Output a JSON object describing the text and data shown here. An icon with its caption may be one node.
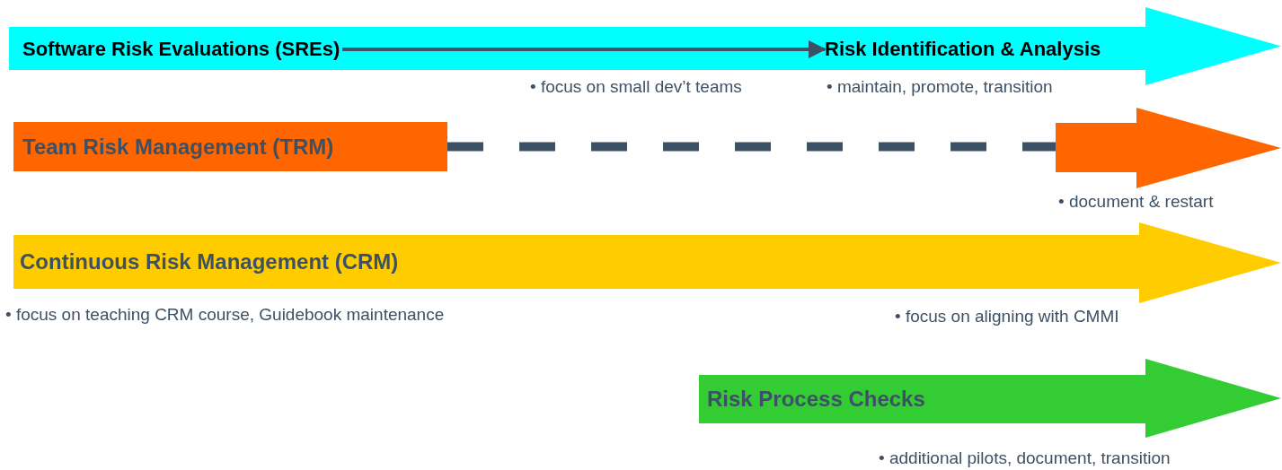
{
  "diagram": {
    "nodes": [
      {
        "text": [],
        "shape": "arrow"
      },
      {
        "text": [
          "Software Risk Evaluations (SREs)"
        ],
        "in": 0
      },
      {
        "text": [
          "Risk Identification & Analysis"
        ],
        "in": 0
      },
      {
        "text": [
          "Team Risk Management (TRM)"
        ]
      },
      {
        "text": [],
        "shape": "arrow"
      },
      {
        "text": [
          "Continuous Risk Management (CRM)"
        ]
      },
      {
        "text": [
          "Risk Process Checks"
        ]
      }
    ],
    "edges": [
      {
        "from": 1,
        "to": 2,
        "arrow": "to"
      },
      {
        "from": 3,
        "to": 4,
        "arrow": "none",
        "style": "dashed"
      }
    ],
    "labels": [
      "• focus on small dev’t teams",
      "• maintain, promote, transition",
      "• document & restart",
      "• focus on teaching CRM course, Guidebook maintenance",
      "• focus on aligning with CMMI",
      "• additional pilots, document, transition"
    ]
  }
}
